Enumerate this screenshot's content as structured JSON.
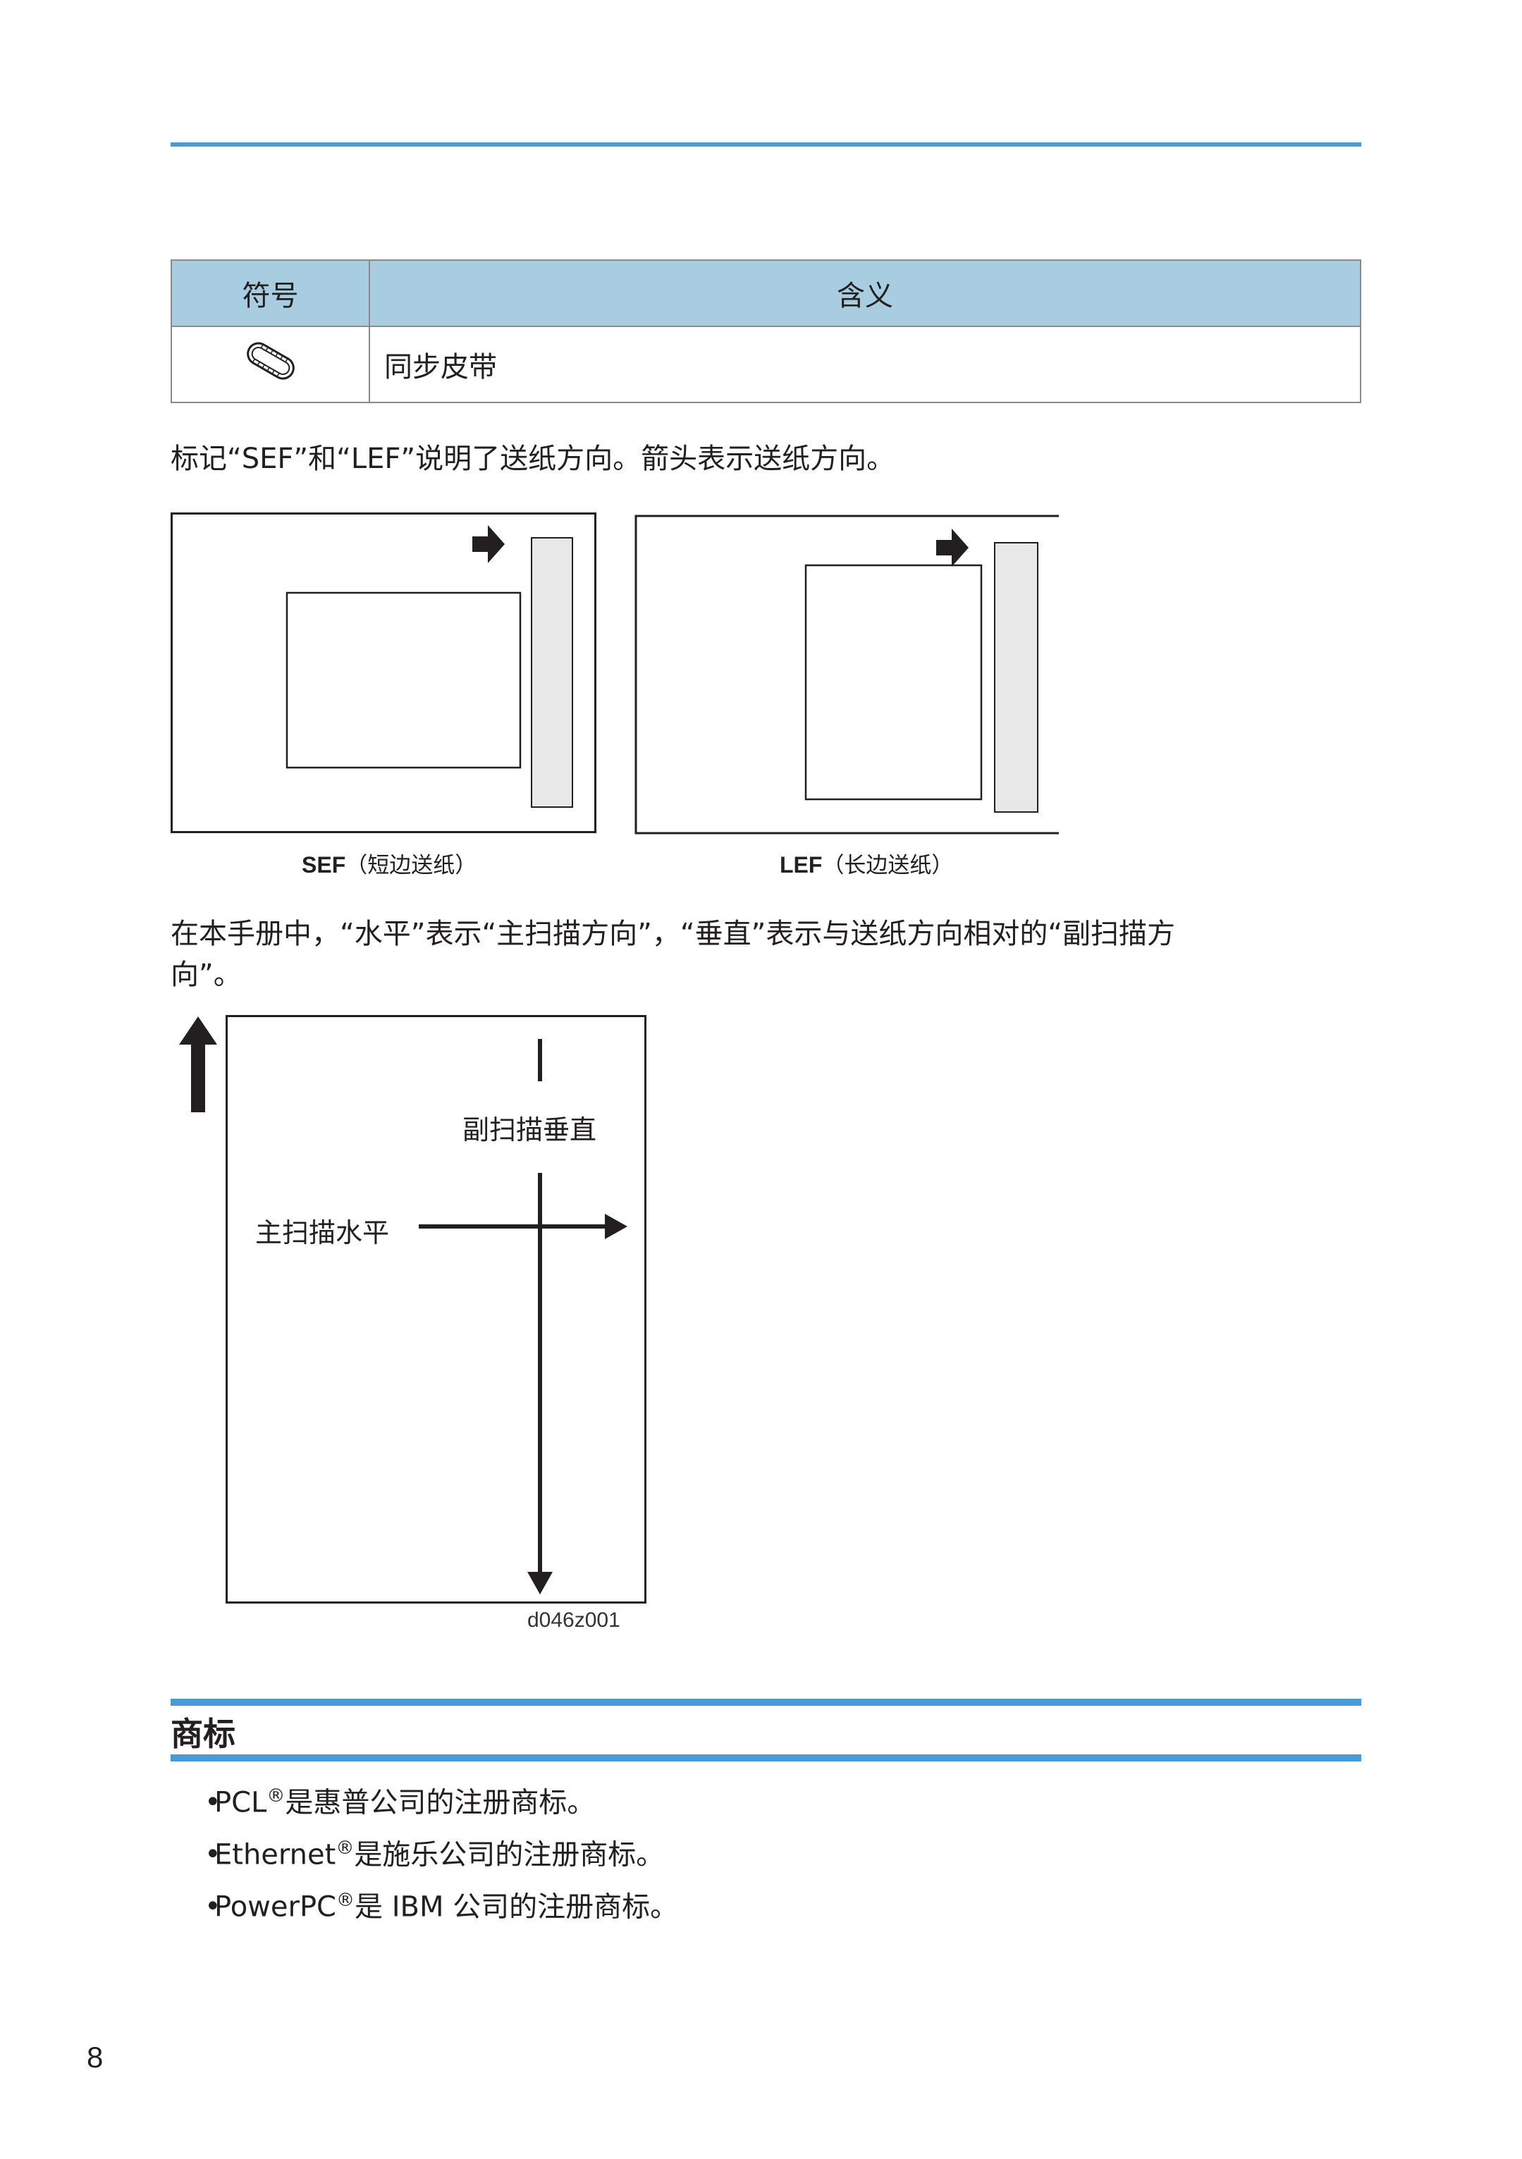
{
  "table": {
    "headers": [
      "符号",
      "含义"
    ],
    "rows": [
      {
        "icon": "timing-belt-icon",
        "meaning": "同步皮带"
      }
    ]
  },
  "feed_note": "标记“SEF”和“LEF”说明了送纸方向。箭头表示送纸方向。",
  "figures": {
    "sef": {
      "code": "SEF",
      "label": "（短边送纸）"
    },
    "lef": {
      "code": "LEF",
      "label": "（长边送纸）"
    }
  },
  "scan_note_line1": "在本手册中，“水平”表示“主扫描方向”，“垂直”表示与送纸方向相对的“副扫描方",
  "scan_note_line2": "向”。",
  "scan_diagram": {
    "vertical_label": "副扫描垂直",
    "horizontal_label": "主扫描水平",
    "code": "d046z001"
  },
  "trademarks": {
    "title": "商标",
    "items": [
      {
        "name": "PCL",
        "mark": "®",
        "text": "是惠普公司的注册商标。"
      },
      {
        "name": "Ethernet",
        "mark": "®",
        "text": "是施乐公司的注册商标。"
      },
      {
        "name": "PowerPC",
        "mark": "®",
        "text": "是 IBM 公司的注册商标。"
      }
    ]
  },
  "page_number": "8",
  "colors": {
    "rule": "#4a9ad4",
    "table_header": "#a8cde0"
  }
}
